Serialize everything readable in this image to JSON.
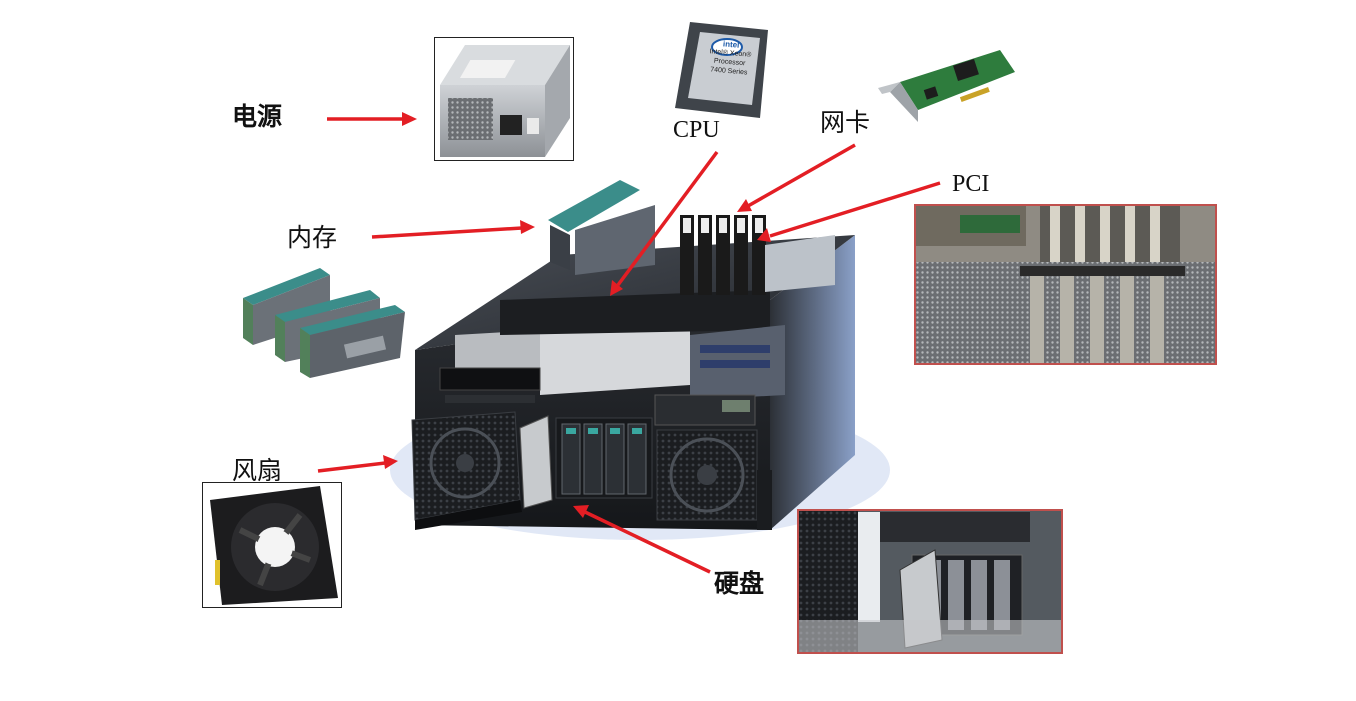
{
  "labels": {
    "power": "电源",
    "cpu": "CPU",
    "nic": "网卡",
    "pci": "PCI",
    "memory": "内存",
    "fan": "风扇",
    "disk": "硬盘"
  },
  "cpu_chip_text": {
    "brand": "intel",
    "line1": "Intel® Xeon®",
    "line2": "Processor",
    "line3": "7400 Series"
  },
  "colors": {
    "arrow": "#e31e24",
    "frame_black": "#222222",
    "frame_red": "#c0504d"
  }
}
